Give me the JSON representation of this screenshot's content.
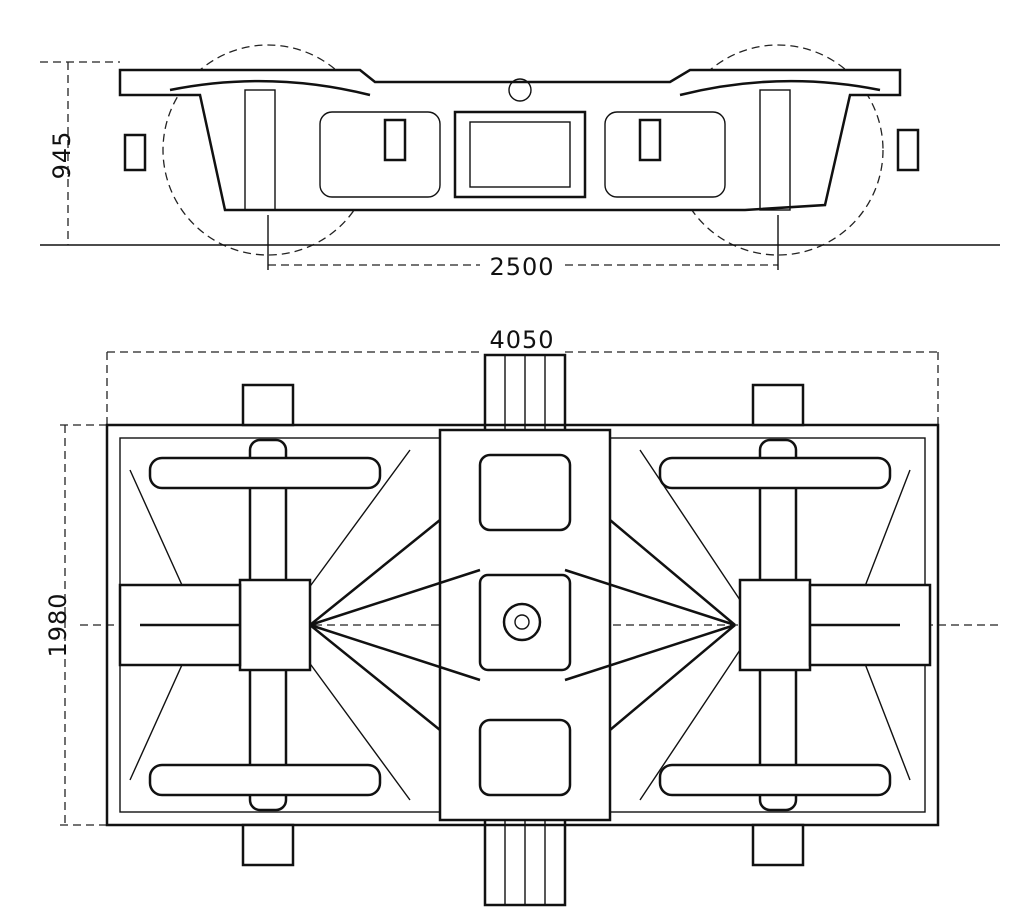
{
  "drawing": {
    "side_elevation": {
      "height_dimension": "945",
      "wheelbase_dimension": "2500"
    },
    "plan_view": {
      "length_dimension": "4050",
      "width_dimension": "1980"
    }
  }
}
